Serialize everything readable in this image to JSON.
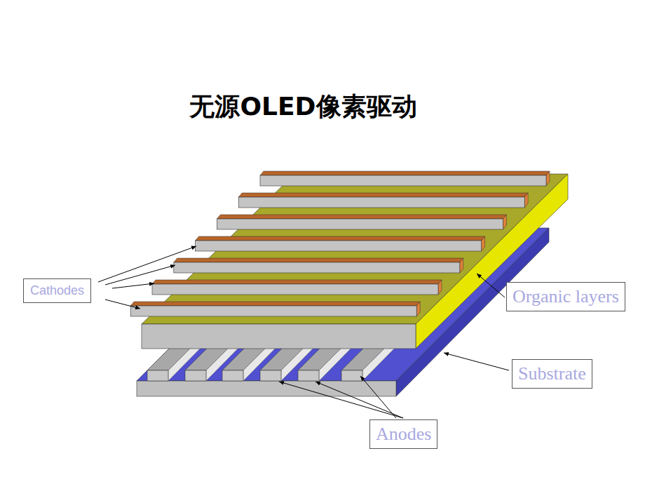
{
  "diagram": {
    "title": "无源OLED像素驱动",
    "nodes": [
      {
        "text": [
          "Cathodes"
        ]
      },
      {
        "text": [
          "Organic layers"
        ]
      },
      {
        "text": [
          "Substrate"
        ]
      },
      {
        "text": [
          "Anodes"
        ]
      }
    ]
  }
}
